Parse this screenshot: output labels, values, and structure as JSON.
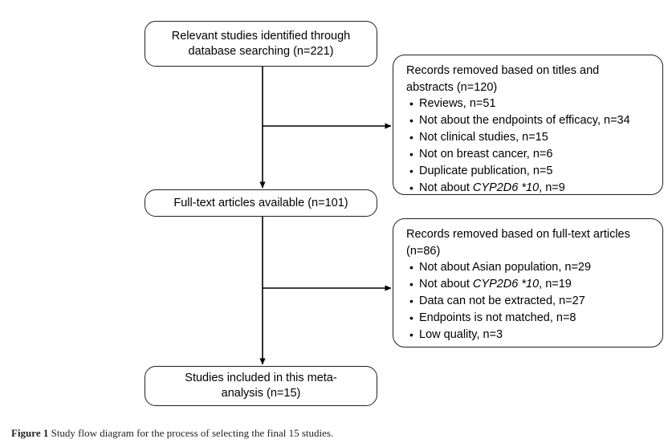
{
  "figure": {
    "caption_label": "Figure 1",
    "caption_text": "Study flow diagram for the process of selecting the final 15 studies."
  },
  "chart_data": {
    "type": "diagram",
    "diagram_kind": "study-flow-diagram",
    "title": "Study flow diagram for the process of selecting the final 15 studies.",
    "nodes": [
      {
        "id": "identified",
        "label": "Relevant studies identified through\ndatabase searching (n=221)",
        "count": 221,
        "column": "left"
      },
      {
        "id": "fulltext",
        "label": "Full-text articles available (n=101)",
        "count": 101,
        "column": "left"
      },
      {
        "id": "included",
        "label": "Studies included in this meta-\nanalysis (n=15)",
        "count": 15,
        "column": "left"
      },
      {
        "id": "excluded1",
        "label": "Records removed based on titles and\nabstracts (n=120)",
        "count": 120,
        "column": "right"
      },
      {
        "id": "excluded2",
        "label": "Records removed based on full-text articles\n(n=86)",
        "count": 86,
        "column": "right"
      }
    ],
    "edges": [
      {
        "from": "identified",
        "to": "fulltext",
        "direction": "down"
      },
      {
        "from": "identified",
        "to": "excluded1",
        "direction": "right"
      },
      {
        "from": "fulltext",
        "to": "included",
        "direction": "down"
      },
      {
        "from": "fulltext",
        "to": "excluded2",
        "direction": "right"
      }
    ]
  },
  "nodes": {
    "identified": {
      "text": "Relevant studies identified through\ndatabase searching (n=221)"
    },
    "fulltext": {
      "text": "Full-text articles available (n=101)"
    },
    "included": {
      "text": "Studies included in this meta-\nanalysis (n=15)"
    },
    "excluded_titles": {
      "heading": "Records removed based on titles and\nabstracts (n=120)",
      "items": [
        {
          "pre": "Reviews, n=51",
          "italic": "",
          "post": ""
        },
        {
          "pre": "Not about the endpoints of efficacy, n=34",
          "italic": "",
          "post": ""
        },
        {
          "pre": "Not clinical studies, n=15",
          "italic": "",
          "post": ""
        },
        {
          "pre": "Not on breast cancer, n=6",
          "italic": "",
          "post": ""
        },
        {
          "pre": "Duplicate publication, n=5",
          "italic": "",
          "post": ""
        },
        {
          "pre": "Not about ",
          "italic": "CYP2D6 *10",
          "post": ", n=9"
        }
      ]
    },
    "excluded_fulltext": {
      "heading": "Records removed based on full-text articles\n(n=86)",
      "items": [
        {
          "pre": "Not about Asian population, n=29",
          "italic": "",
          "post": ""
        },
        {
          "pre": "Not about ",
          "italic": "CYP2D6 *10",
          "post": ", n=19"
        },
        {
          "pre": "Data can not be extracted, n=27",
          "italic": "",
          "post": ""
        },
        {
          "pre": "Endpoints is not matched, n=8",
          "italic": "",
          "post": ""
        },
        {
          "pre": "Low quality, n=3",
          "italic": "",
          "post": ""
        }
      ]
    }
  },
  "colors": {
    "stroke": "#231f20",
    "background": "#ffffff",
    "text": "#000000"
  }
}
